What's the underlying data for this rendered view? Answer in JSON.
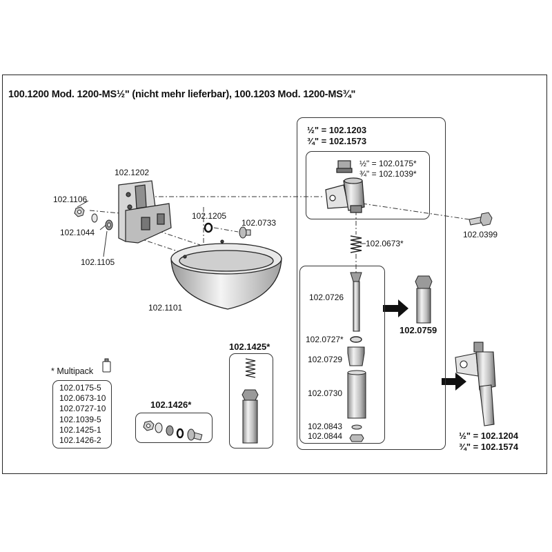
{
  "title": "100.1200 Mod. 1200-MS½\" (nicht mehr lieferbar), 100.1203 Mod. 1200-MS¾\"",
  "labels": {
    "p1202": "102.1202",
    "p1106": "102.1106",
    "p1044": "102.1044",
    "p1105": "102.1105",
    "p1205": "102.1205",
    "p0733": "102.0733",
    "p1101": "102.1101",
    "p0399": "102.0399",
    "p0673": "102.0673*",
    "p0726": "102.0726",
    "p0727": "102.0727*",
    "p0729": "102.0729",
    "p0730": "102.0730",
    "p0843": "102.0843",
    "p0844": "102.0844",
    "p0759": "102.0759",
    "p1425": "102.1425*",
    "p1426": "102.1426*"
  },
  "valve_group": {
    "half": "½\" = 102.1203",
    "threequarter": "¾\" = 102.1573",
    "sub_half": "½\" = 102.0175*",
    "sub_threequarter": "¾\" = 102.1039*"
  },
  "complete_valve": {
    "half": "½\" = 102.1204",
    "threequarter": "¾\" = 102.1574"
  },
  "multipack": {
    "heading": "* Multipack",
    "items": [
      "102.0175-5",
      "102.0673-10",
      "102.0727-10",
      "102.1039-5",
      "102.1425-1",
      "102.1426-2"
    ]
  },
  "colors": {
    "line": "#222222",
    "part_fill": "#d9d9d9",
    "part_dark": "#555555",
    "arrow": "#111111"
  },
  "icons": [
    "multipack-box-icon",
    "arrow-right-icon"
  ]
}
